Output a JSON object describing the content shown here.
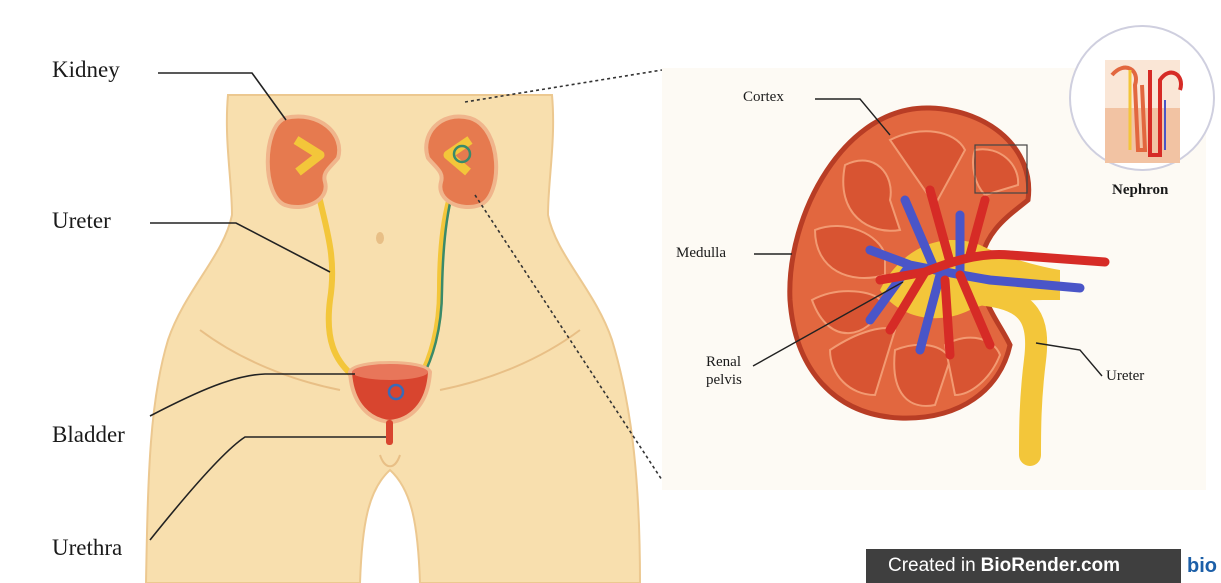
{
  "body_labels": {
    "kidney": "Kidney",
    "ureter": "Ureter",
    "bladder": "Bladder",
    "urethra": "Urethra"
  },
  "kidney_labels": {
    "cortex": "Cortex",
    "medulla": "Medulla",
    "renal_pelvis_line1": "Renal",
    "renal_pelvis_line2": "pelvis",
    "nephron": "Nephron",
    "ureter": "Ureter"
  },
  "watermark": {
    "prefix": "Created in",
    "brand": "BioRender.com",
    "logo": "bio"
  },
  "colors": {
    "skin": "#f8dfae",
    "skin_outline": "#e8c085",
    "kidney_orange": "#e2673f",
    "kidney_dark": "#b83d25",
    "artery_red": "#d62b26",
    "vein_blue": "#4a55c8",
    "ureter_yellow": "#f3c63a",
    "bladder_red": "#d8452f"
  }
}
